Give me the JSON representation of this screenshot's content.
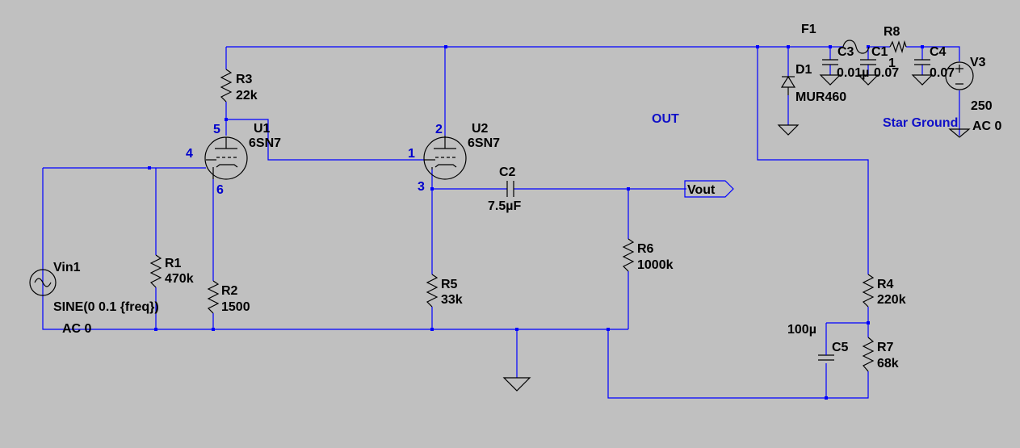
{
  "colors": {
    "background": "#c0c0c0",
    "wire": "#0000ff",
    "component": "#000000",
    "label": "#1010c8"
  },
  "components": {
    "r1": {
      "ref": "R1",
      "value": "470k"
    },
    "r2": {
      "ref": "R2",
      "value": "1500"
    },
    "r3": {
      "ref": "R3",
      "value": "22k"
    },
    "r4": {
      "ref": "R4",
      "value": "220k"
    },
    "r5": {
      "ref": "R5",
      "value": "33k"
    },
    "r6": {
      "ref": "R6",
      "value": "1000k"
    },
    "r7": {
      "ref": "R7",
      "value": "68k"
    },
    "r8": {
      "ref": "R8",
      "value": "1"
    },
    "c1": {
      "ref": "C1",
      "value": "0.07"
    },
    "c2": {
      "ref": "C2",
      "value": "7.5µF"
    },
    "c3": {
      "ref": "C3",
      "value": "0.01µ"
    },
    "c4": {
      "ref": "C4",
      "value": "0.07"
    },
    "c5": {
      "ref": "C5",
      "value": "100µ"
    },
    "u1": {
      "ref": "U1",
      "value": "6SN7",
      "pins": {
        "plate": "5",
        "grid": "4",
        "cathode": "6"
      }
    },
    "u2": {
      "ref": "U2",
      "value": "6SN7",
      "pins": {
        "plate": "2",
        "grid": "1",
        "cathode": "3"
      }
    },
    "d1": {
      "ref": "D1",
      "value": "MUR460"
    },
    "f1": {
      "ref": "F1"
    },
    "v3": {
      "ref": "V3",
      "value": "250",
      "ac": "AC 0"
    },
    "vin1": {
      "ref": "Vin1",
      "value": "SINE(0 0.1 {freq})",
      "ac": "AC 0"
    }
  },
  "labels": {
    "out_port": "Vout",
    "out_comment": "OUT",
    "star_ground": "Star Ground"
  }
}
